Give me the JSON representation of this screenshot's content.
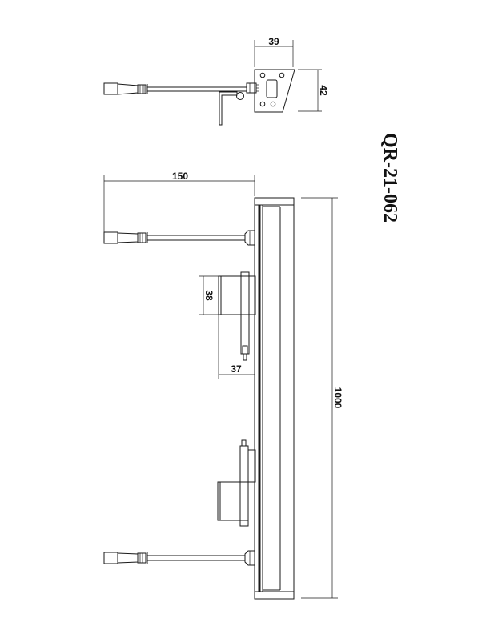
{
  "drawing": {
    "model_code": "QR-21-062",
    "dimensions": {
      "bracket_width": "39",
      "bracket_height": "42",
      "cable_length": "150",
      "mount_height": "38",
      "mount_depth": "37",
      "total_length": "1000"
    },
    "views": [
      "end-view-with-bracket",
      "side-view-full-length"
    ],
    "line_color": "#1a1a1a",
    "background": "#ffffff"
  }
}
